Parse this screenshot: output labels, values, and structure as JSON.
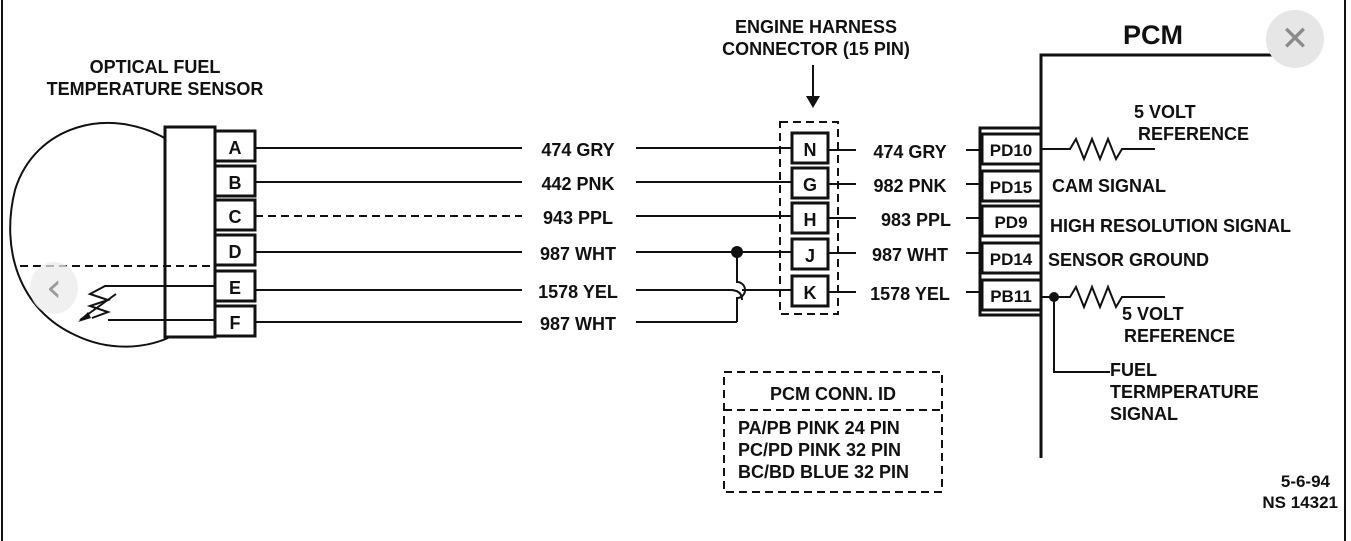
{
  "sensor": {
    "title_line1": "OPTICAL FUEL",
    "title_line2": "TEMPERATURE SENSOR",
    "pins": [
      "A",
      "B",
      "C",
      "D",
      "E",
      "F"
    ]
  },
  "wires_left": [
    "474 GRY",
    "442 PNK",
    "943 PPL",
    "987 WHT",
    "1578 YEL",
    "987 WHT"
  ],
  "harness": {
    "title_line1": "ENGINE HARNESS",
    "title_line2": "CONNECTOR (15 PIN)",
    "pins": [
      "N",
      "G",
      "H",
      "J",
      "K"
    ]
  },
  "wires_right": [
    "474 GRY",
    "982 PNK",
    "983 PPL",
    "987 WHT",
    "1578 YEL"
  ],
  "pcm": {
    "title": "PCM",
    "pins": [
      "PD10",
      "PD15",
      "PD9",
      "PD14",
      "PB11"
    ],
    "labels": {
      "ref_top_line1": "5 VOLT",
      "ref_top_line2": "REFERENCE",
      "cam": "CAM SIGNAL",
      "high_res": "HIGH RESOLUTION SIGNAL",
      "ground": "SENSOR GROUND",
      "ref_bottom_line1": "5 VOLT",
      "ref_bottom_line2": "REFERENCE",
      "fuel_line1": "FUEL",
      "fuel_line2": "TERMPERATURE",
      "fuel_line3": "SIGNAL"
    }
  },
  "conn_id": {
    "title": "PCM CONN. ID",
    "lines": [
      "PA/PB PINK 24 PIN",
      "PC/PD PINK 32 PIN",
      "BC/BD BLUE 32 PIN"
    ]
  },
  "footer": {
    "date": "5-6-94",
    "code": "NS 14321"
  },
  "ui": {
    "close_glyph": "✕",
    "prev_glyph": "‹"
  }
}
